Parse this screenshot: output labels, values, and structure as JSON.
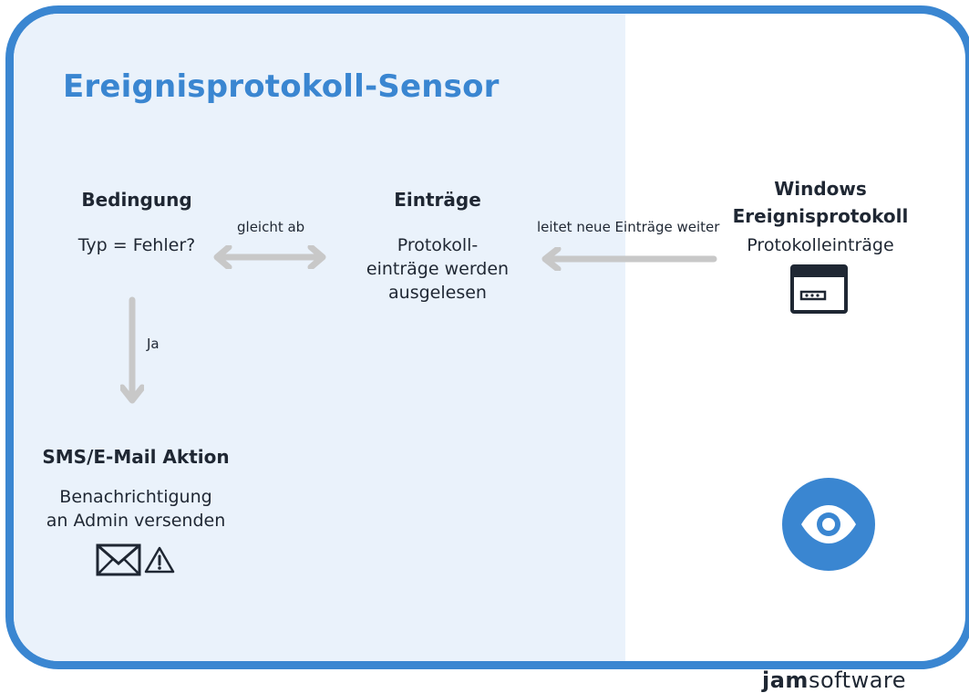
{
  "title": "Ereignisprotokoll-Sensor",
  "condition": {
    "heading": "Bedingung",
    "text": "Typ = Fehler?"
  },
  "compare_label": "gleicht ab",
  "entries": {
    "heading": "Einträge",
    "lines": [
      "Protokoll-",
      "einträge werden",
      "ausgelesen"
    ]
  },
  "forward_label": "leitet neue Einträge weiter",
  "windows": {
    "heading_lines": [
      "Windows",
      "Ereignisprotokoll"
    ],
    "text": "Protokolleinträge"
  },
  "yes_label": "Ja",
  "action": {
    "heading": "SMS/E-Mail Aktion",
    "lines": [
      "Benachrichtigung",
      "an Admin versenden"
    ]
  },
  "brand": {
    "part1": "jam",
    "part2": "software"
  },
  "colors": {
    "accent": "#3a86d1",
    "panel": "#eaf2fb",
    "arrow": "#c8c8c8",
    "text": "#1f2733"
  },
  "icons": [
    "terminal-window-icon",
    "envelope-icon",
    "warning-triangle-icon",
    "eye-icon"
  ]
}
